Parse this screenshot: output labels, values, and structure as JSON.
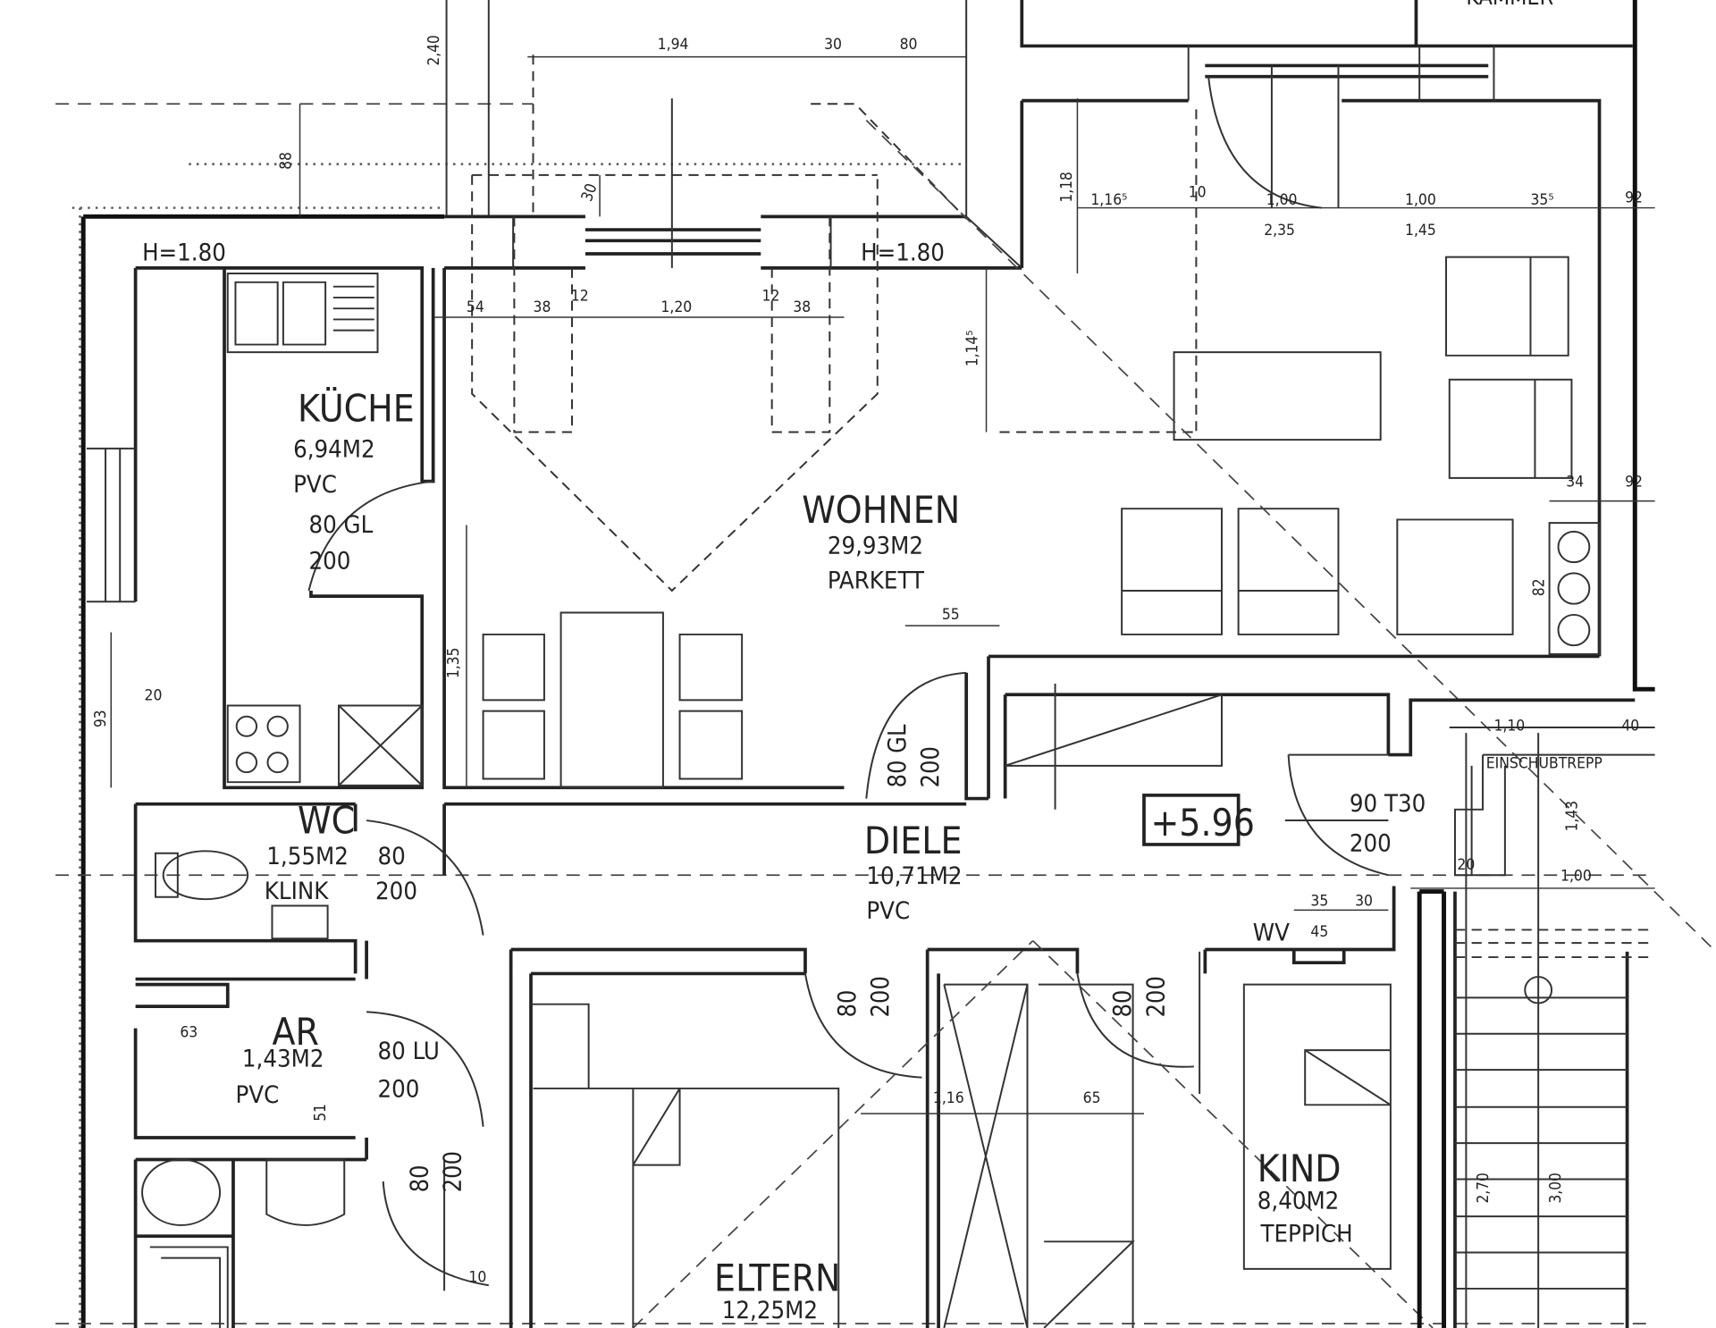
{
  "title": "Grundriss Wohnung",
  "rooms": {
    "kueche": {
      "name": "KÜCHE",
      "area": "6,94M2",
      "floor": "PVC",
      "door": "80  GL",
      "door_h": "200"
    },
    "wohnen": {
      "name": "WOHNEN",
      "area": "29,93M2",
      "floor": "PARKETT"
    },
    "diele": {
      "name": "DIELE",
      "area": "10,71M2",
      "floor": "PVC"
    },
    "wc": {
      "name": "WC",
      "area": "1,55M2",
      "floor": "KLINK",
      "door": "80",
      "door_h": "200"
    },
    "ar": {
      "name": "AR",
      "area": "1,43M2",
      "floor": "PVC",
      "door": "80  LU",
      "door_h": "200"
    },
    "eltern": {
      "name": "ELTERN",
      "area": "12,25M2"
    },
    "kind": {
      "name": "KIND",
      "area": "8,40M2",
      "floor": "TEPPICH"
    },
    "kammer": {
      "name": "KAMMER"
    }
  },
  "labels": {
    "h_left": "H=1.80",
    "h_right": "H=1.80",
    "level": "+5.96",
    "entry_door": "90  T30",
    "entry_door_h": "200",
    "wohnen_door": "80  GL",
    "wohnen_door_h": "200",
    "eltern_door": "80",
    "eltern_door_h": "200",
    "kind_door": "80",
    "kind_door_h": "200",
    "bad_door": "80",
    "bad_door_h": "200",
    "einschub": "EINSCHUBTREPP",
    "wv": "WV"
  },
  "dims": [
    "2,40",
    "1,94",
    "30",
    "80",
    "88",
    "30",
    "54",
    "38",
    "12",
    "1,20",
    "12",
    "38",
    "1,14⁵",
    "1,18",
    "1,16⁵",
    "10",
    "1,00",
    "2,35",
    "1,00",
    "1,45",
    "35⁵",
    "92",
    "34",
    "92",
    "82",
    "55",
    "1,35",
    "93",
    "20",
    "1,10",
    "40",
    "1,43",
    "20",
    "1,00",
    "35",
    "30",
    "45",
    "1,16",
    "65",
    "2,70",
    "3,00",
    "63",
    "51",
    "10"
  ]
}
